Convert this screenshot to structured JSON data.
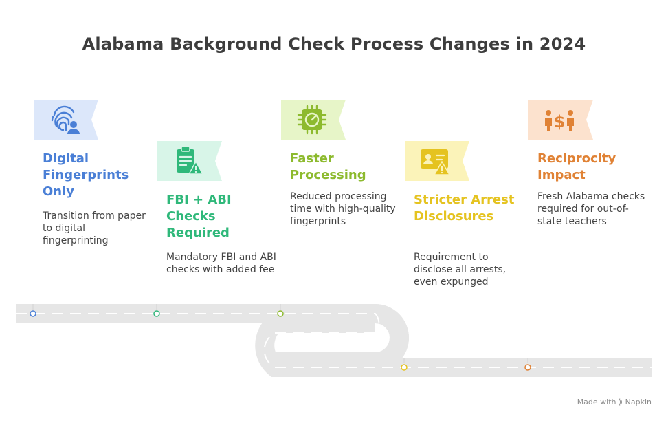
{
  "title": "Alabama Background Check Process Changes in 2024",
  "steps": [
    {
      "title": "Digital Fingerprints Only",
      "description": "Transition from paper to digital fingerprinting",
      "icon": "fingerprint-user-icon",
      "color": "#4A7FD6",
      "bg": "#DCE7FA"
    },
    {
      "title": "FBI + ABI Checks Required",
      "description": "Mandatory FBI and ABI checks with added fee",
      "icon": "clipboard-warning-icon",
      "color": "#2FB87A",
      "bg": "#D8F5E8"
    },
    {
      "title": "Faster Processing",
      "description": "Reduced processing time with high-quality fingerprints",
      "icon": "processor-chip-icon",
      "color": "#8DBA2E",
      "bg": "#E7F5C8"
    },
    {
      "title": "Stricter Arrest Disclosures",
      "description": "Requirement to disclose all arrests, even expunged",
      "icon": "id-card-warning-icon",
      "color": "#E5C320",
      "bg": "#FBF3B9"
    },
    {
      "title": "Reciprocity Impact",
      "description": "Fresh Alabama checks required for out-of-state teachers",
      "icon": "people-money-icon",
      "color": "#E08235",
      "bg": "#FCE2CE"
    }
  ],
  "footer": {
    "made_with": "Made with",
    "brand": "Napkin"
  }
}
